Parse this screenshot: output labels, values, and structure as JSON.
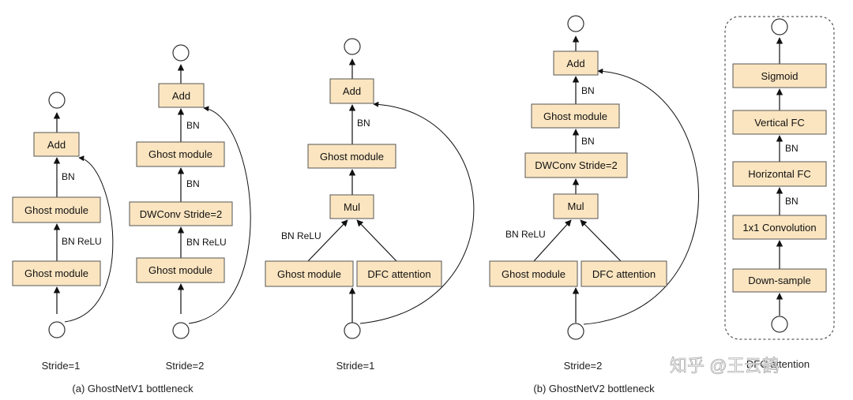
{
  "diagrams": [
    {
      "boxes": [
        "Add",
        "Ghost module",
        "Ghost module"
      ],
      "edge_labels": [
        "BN",
        "BN ReLU"
      ],
      "stride_label": "Stride=1"
    },
    {
      "boxes": [
        "Add",
        "Ghost module",
        "DWConv Stride=2",
        "Ghost module"
      ],
      "edge_labels": [
        "BN",
        "BN",
        "BN ReLU"
      ],
      "stride_label": "Stride=2"
    },
    {
      "boxes": [
        "Add",
        "Ghost module",
        "Mul",
        "Ghost module",
        "DFC attention"
      ],
      "edge_labels": [
        "BN",
        "BN ReLU"
      ],
      "stride_label": "Stride=1"
    },
    {
      "boxes": [
        "Add",
        "Ghost module",
        "DWConv Stride=2",
        "Mul",
        "Ghost module",
        "DFC attention"
      ],
      "edge_labels": [
        "BN",
        "BN",
        "BN ReLU"
      ],
      "stride_label": "Stride=2"
    },
    {
      "boxes": [
        "Sigmoid",
        "Vertical FC",
        "Horizontal FC",
        "1x1 Convolution",
        "Down-sample"
      ],
      "edge_labels": [
        "BN",
        "BN"
      ],
      "stride_label": "DFC attention"
    }
  ],
  "captions": {
    "v1": "(a) GhostNetV1 bottleneck",
    "v2": "(b) GhostNetV2 bottleneck"
  },
  "watermark": "知乎 @王云鹤",
  "colors": {
    "box_fill": "#fbe5c0",
    "box_stroke": "#555555"
  }
}
